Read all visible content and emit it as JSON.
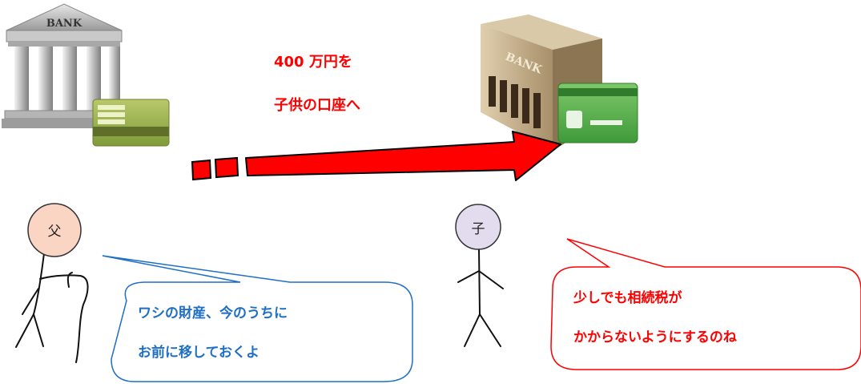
{
  "bank_left": {
    "sign": "BANK"
  },
  "bank_right": {
    "sign": "BANK"
  },
  "transfer": {
    "line1": "400 万円を",
    "line2": "子供の口座へ"
  },
  "father": {
    "head_label": "父",
    "speech_line1": "ワシの財産、今のうちに",
    "speech_line2": "お前に移しておくよ"
  },
  "child": {
    "head_label": "子",
    "speech_line1": "少しでも相続税が",
    "speech_line2": "かからないようにするのね"
  },
  "colors": {
    "arrow": "#ff0000",
    "father_head": "#fbd5c4",
    "child_head": "#e3dcef",
    "blue_text": "#1f6fc5",
    "red_text": "#ff0000"
  }
}
